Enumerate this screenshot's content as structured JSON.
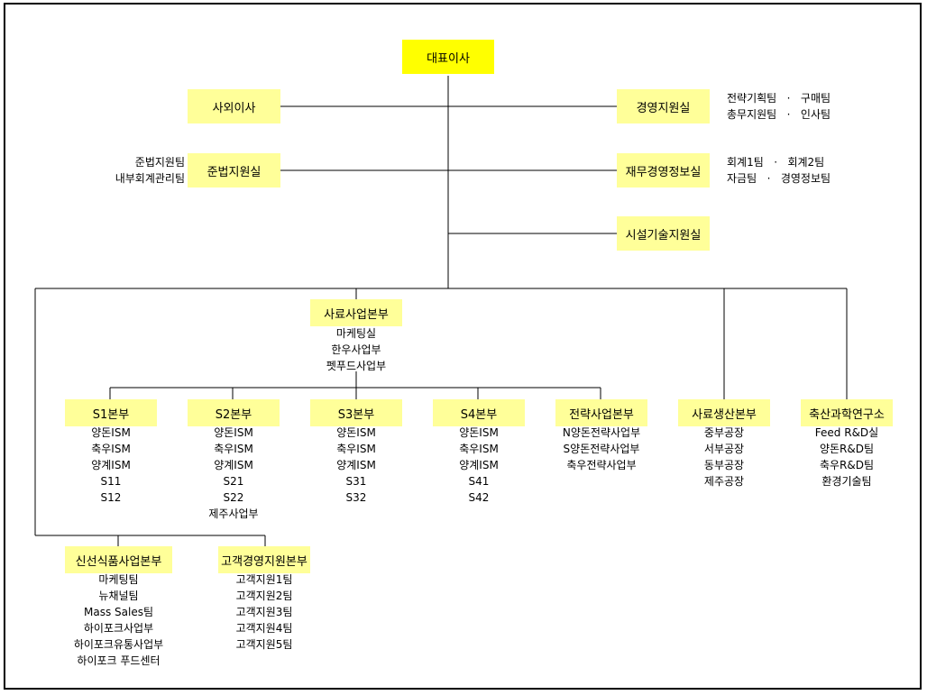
{
  "ceo": "대표이사",
  "outside_director": "사외이사",
  "compliance_office": "준법지원실",
  "compliance_teams": [
    "준법지원팀",
    "내부회계관리팀"
  ],
  "mgmt_support": "경영지원실",
  "mgmt_support_teams": [
    "전략기획팀   ·   구매팀",
    "총무지원팀   ·   인사팀"
  ],
  "finance_office": "재무경영정보실",
  "finance_teams": [
    "회계1팀   ·   회계2팀",
    "자금팀   ·   경영정보팀"
  ],
  "facility_office": "시설기술지원실",
  "feed_hq": "사료사업본부",
  "feed_hq_subs": [
    "마케팅실",
    "한우사업부",
    "펫푸드사업부"
  ],
  "s1": {
    "title": "S1본부",
    "subs": [
      "양돈ISM",
      "축우ISM",
      "양계ISM",
      "S11",
      "S12"
    ]
  },
  "s2": {
    "title": "S2본부",
    "subs": [
      "양돈ISM",
      "축우ISM",
      "양계ISM",
      "S21",
      "S22",
      "제주사업부"
    ]
  },
  "s3": {
    "title": "S3본부",
    "subs": [
      "양돈ISM",
      "축우ISM",
      "양계ISM",
      "S31",
      "S32"
    ]
  },
  "s4": {
    "title": "S4본부",
    "subs": [
      "양돈ISM",
      "축우ISM",
      "양계ISM",
      "S41",
      "S42"
    ]
  },
  "strategy": {
    "title": "전략사업본부",
    "subs": [
      "N양돈전략사업부",
      "S양돈전략사업부",
      "축우전략사업부"
    ]
  },
  "production": {
    "title": "사료생산본부",
    "subs": [
      "중부공장",
      "서부공장",
      "동부공장",
      "제주공장"
    ]
  },
  "research": {
    "title": "축산과학연구소",
    "subs": [
      "Feed R&D실",
      "양돈R&D팀",
      "축우R&D팀",
      "환경기술팀"
    ]
  },
  "fresh_food": {
    "title": "신선식품사업본부",
    "subs": [
      "마케팅팀",
      "뉴채널팀",
      "Mass Sales팀",
      "하이포크사업부",
      "하이포크유통사업부",
      "하이포크 푸드센터"
    ]
  },
  "customer": {
    "title": "고객경영지원본부",
    "subs": [
      "고객지원1팀",
      "고객지원2팀",
      "고객지원3팀",
      "고객지원4팀",
      "고객지원5팀"
    ]
  }
}
